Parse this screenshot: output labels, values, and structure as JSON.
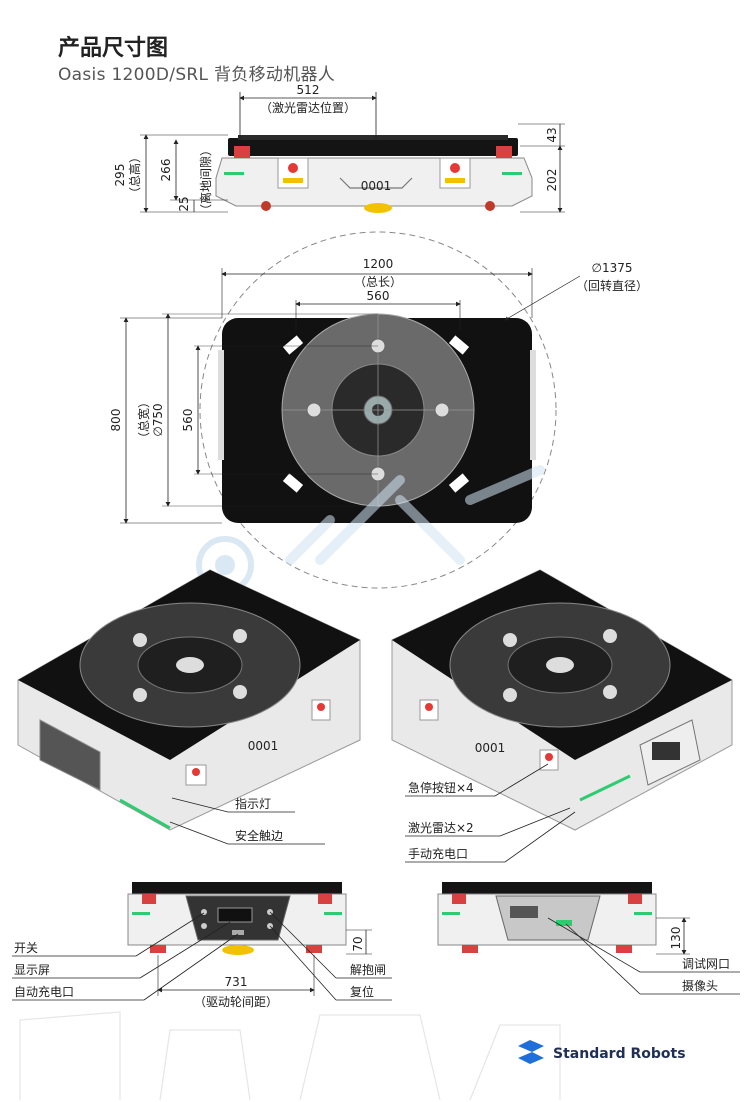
{
  "header": {
    "title": "产品尺寸图",
    "subtitle": "Oasis 1200D/SRL 背负移动机器人"
  },
  "side_view": {
    "dim_lidar_width": "512",
    "dim_lidar_width_note": "（激光雷达位置）",
    "dim_total_height": "295",
    "dim_total_height_note": "（总高）",
    "dim_266": "266",
    "dim_25": "25",
    "dim_ground_clearance_note": "（离地间隙）",
    "dim_43": "43",
    "dim_202": "202",
    "robot_number": "0001"
  },
  "top_view": {
    "dim_length": "1200",
    "dim_length_note": "（总长）",
    "dim_560_top": "560",
    "dim_rotation": "∅1375",
    "dim_rotation_note": "（回转直径）",
    "dim_width": "800",
    "dim_width_note": "（总宽）",
    "dim_750": "∅750",
    "dim_560_side": "560"
  },
  "iso_views": {
    "robot_number": "0001",
    "label_indicator": "指示灯",
    "label_bumper": "安全触边",
    "label_estop": "急停按钮×4",
    "label_lidar": "激光雷达×2",
    "label_manual_charge": "手动充电口"
  },
  "front_view": {
    "label_switch": "开关",
    "label_display": "显示屏",
    "label_auto_charge": "自动充电口",
    "label_brake_release": "解抱闸",
    "label_reset": "复位",
    "dim_wheelbase": "731",
    "dim_wheelbase_note": "（驱动轮间距）",
    "dim_70": "70"
  },
  "rear_view": {
    "label_debug_port": "调试网口",
    "label_camera": "摄像头",
    "dim_130": "130"
  },
  "footer": {
    "brand": "Standard Robots"
  },
  "colors": {
    "body": "#111111",
    "frame": "#ececec",
    "accent_green": "#2ecc71",
    "estop_red": "#e53935",
    "estop_yellow": "#f2c200",
    "brand_blue": "#1e6fd9",
    "watermark": "#cfe3f2"
  }
}
